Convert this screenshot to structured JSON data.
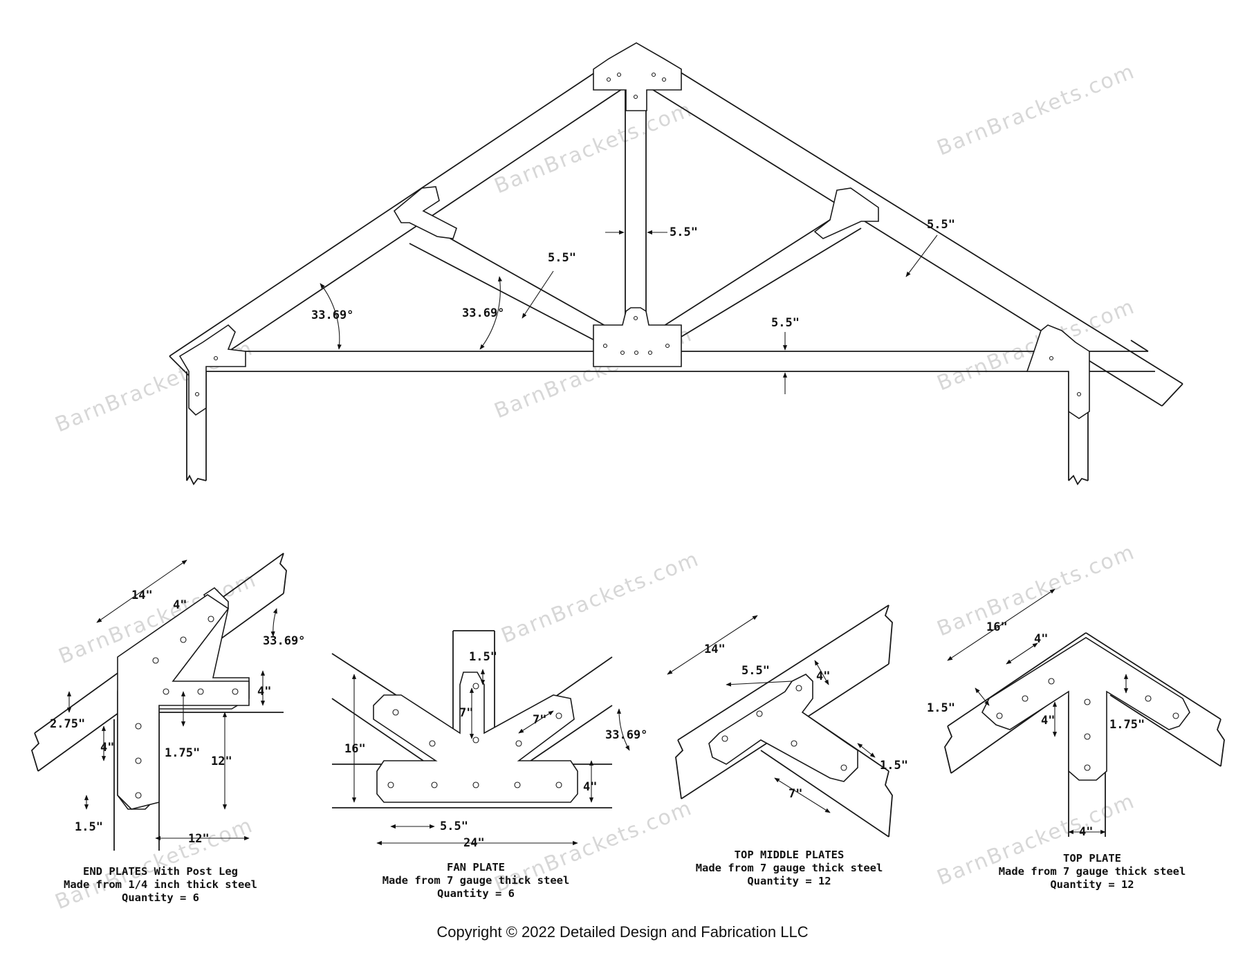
{
  "watermark": "BarnBrackets.com",
  "copyright": "Copyright © 2022 Detailed Design and Fabrication LLC",
  "truss": {
    "angle_left": "33.69°",
    "angle_center": "33.69°",
    "web_width": "5.5\"",
    "post_width": "5.5\"",
    "chord_width": "5.5\"",
    "bottom_chord_width": "5.5\""
  },
  "end_plate": {
    "dims": [
      "14\"",
      "4\"",
      "33.69°",
      "4\"",
      "2.75\"",
      "4\"",
      "1.75\"",
      "12\"",
      "1.5\"",
      "12\""
    ],
    "caption": [
      "END PLATES With Post Leg",
      "Made from 1/4 inch thick steel",
      "Quantity = 6"
    ]
  },
  "fan_plate": {
    "dims": [
      "1.5\"",
      "7\"",
      "7\"",
      "16\"",
      "33.69°",
      "4\"",
      "5.5\"",
      "24\""
    ],
    "caption": [
      "FAN PLATE",
      "Made from 7 gauge thick steel",
      "Quantity = 6"
    ]
  },
  "top_middle_plate": {
    "dims": [
      "14\"",
      "5.5\"",
      "4\"",
      "1.5\"",
      "7\""
    ],
    "caption": [
      "TOP MIDDLE PLATES",
      "Made from 7 gauge thick steel",
      "Quantity = 12"
    ]
  },
  "top_plate": {
    "dims": [
      "16\"",
      "4\"",
      "1.5\"",
      "4\"",
      "1.75\"",
      "4\""
    ],
    "caption": [
      "TOP PLATE",
      "Made from 7 gauge thick steel",
      "Quantity = 12"
    ]
  }
}
